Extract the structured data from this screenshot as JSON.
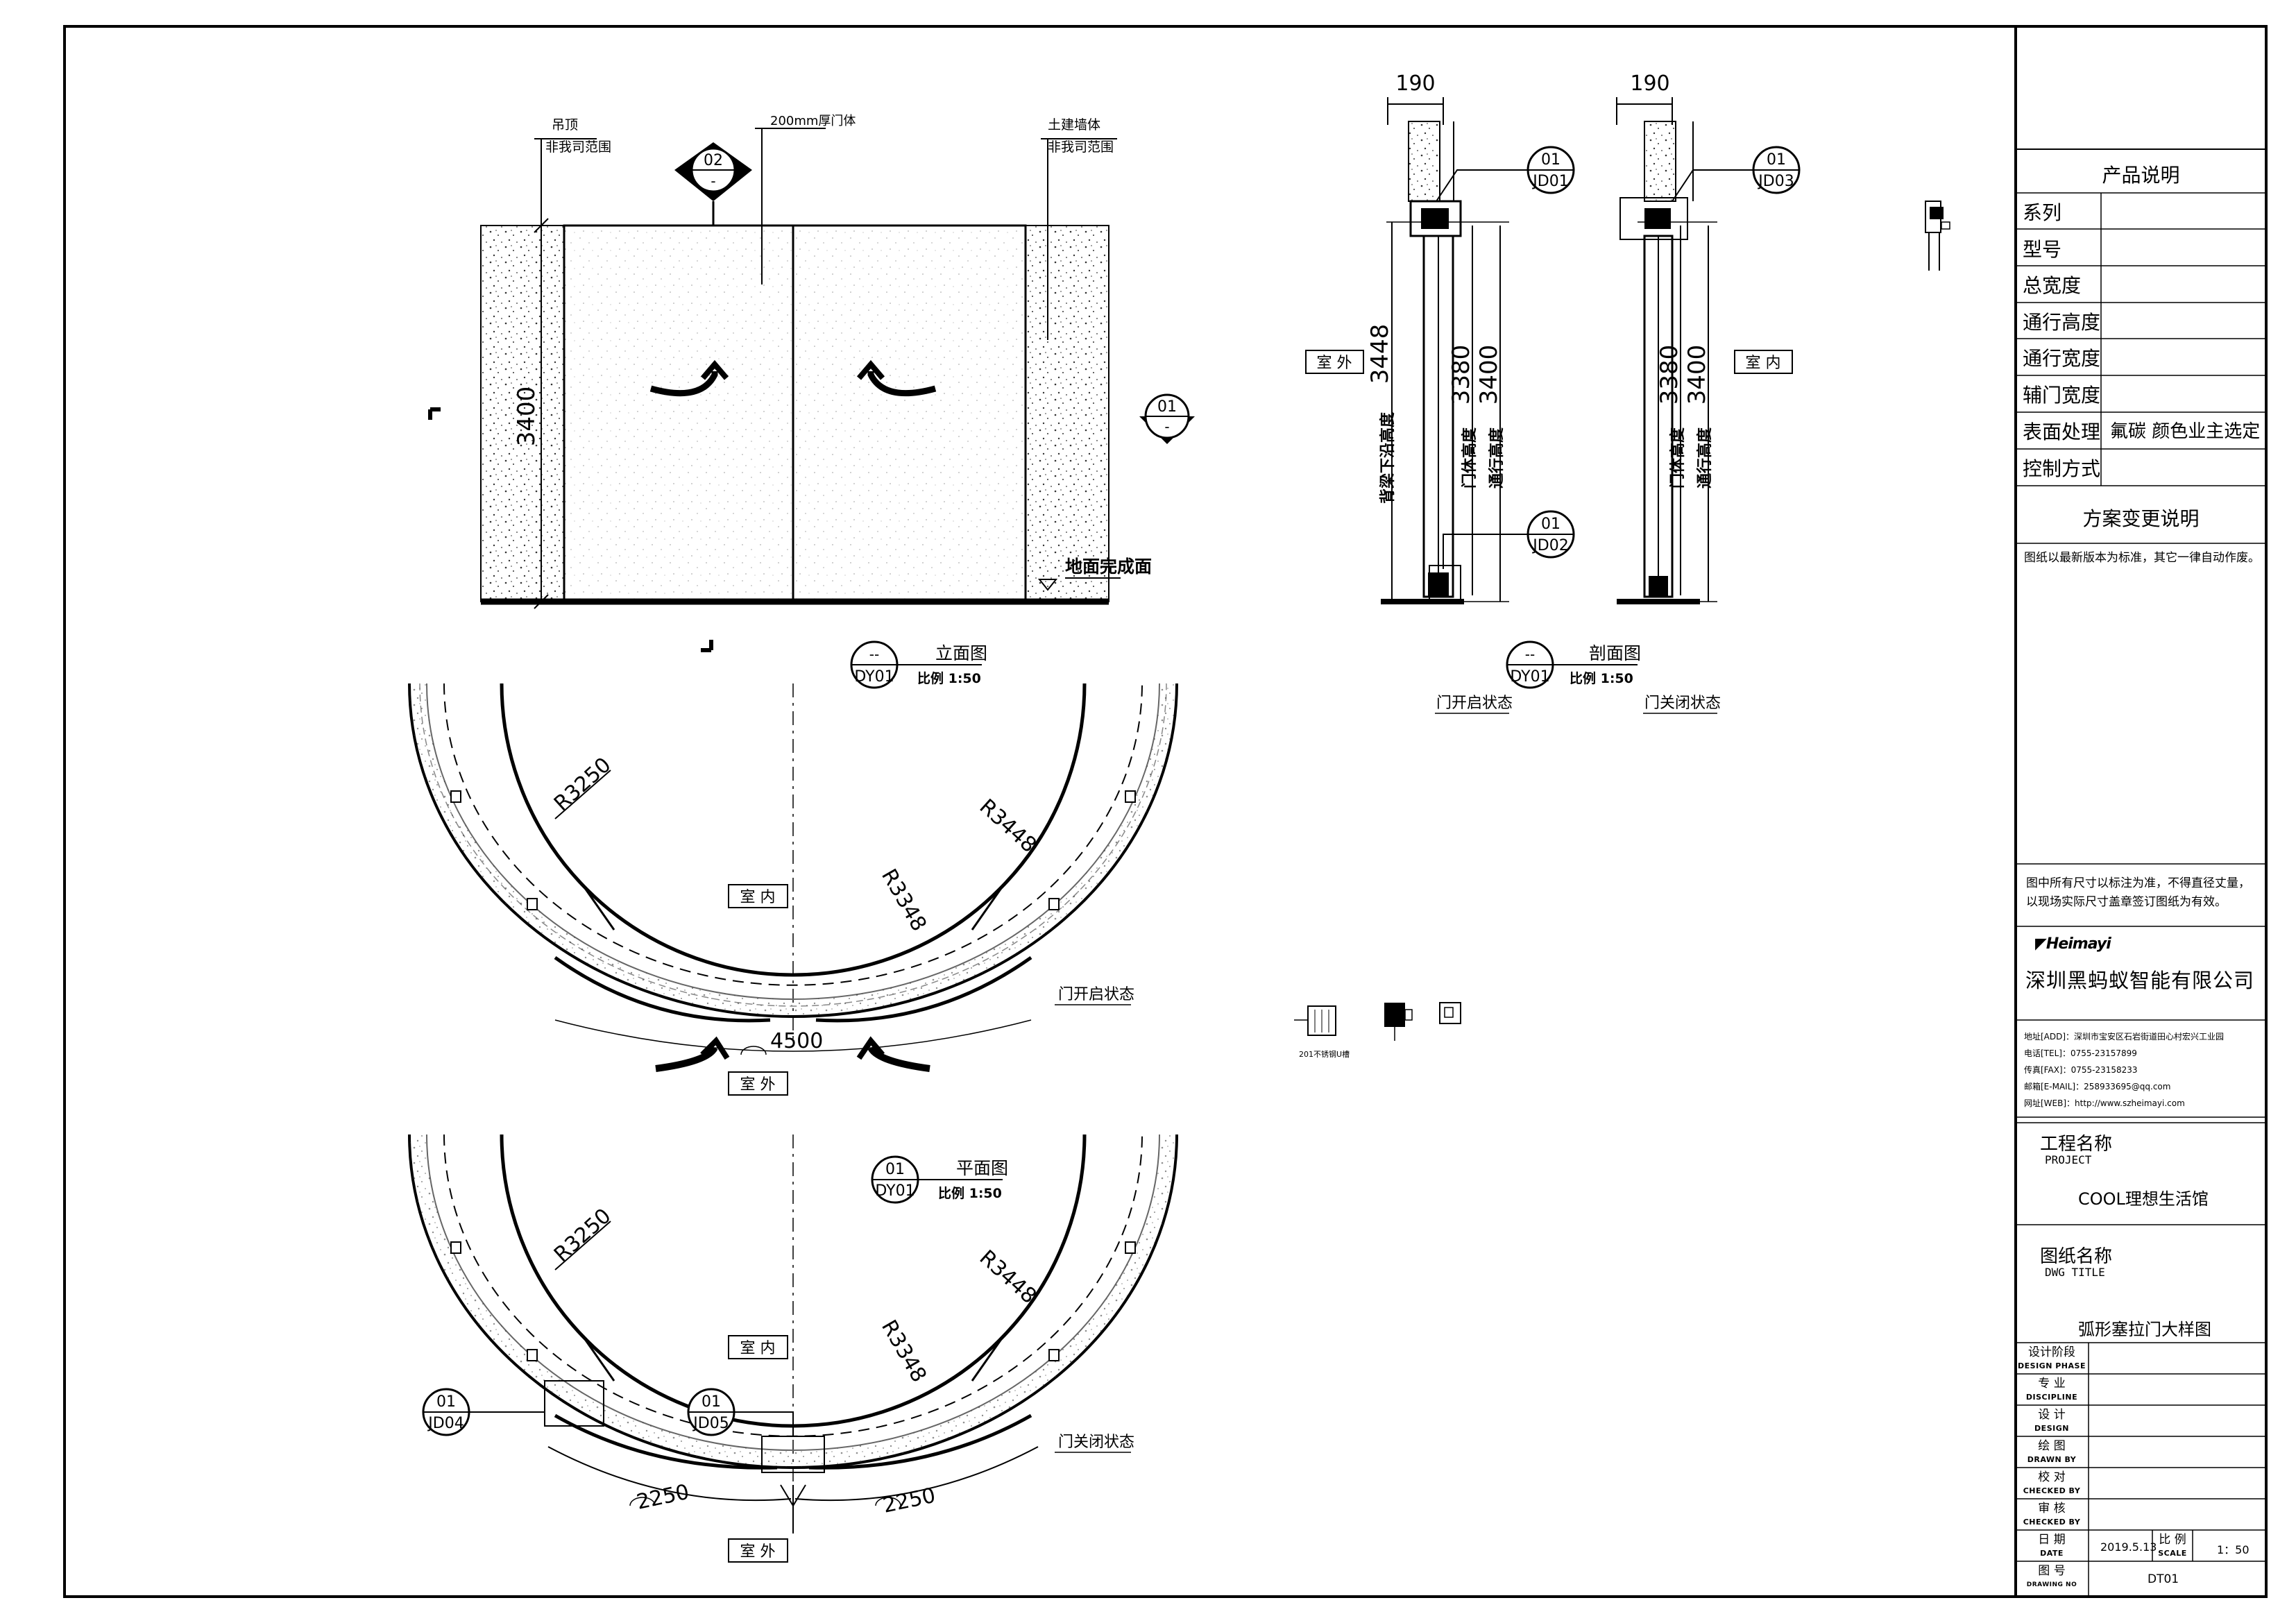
{
  "drawing": {
    "elevation": {
      "ceiling_label": "吊顶",
      "ceiling_note": "非我司范围",
      "door_label": "200mm厚门体",
      "wall_label": "土建墙体",
      "wall_note": "非我司范围",
      "height_dim": "3400",
      "floor_label": "地面完成面",
      "marker_top_num": "02",
      "marker_top_sub": "-",
      "marker_right_num": "01",
      "marker_right_sub": "-",
      "title_num": "--",
      "title_code": "DY01",
      "title": "立面图",
      "scale": "比例 1:50"
    },
    "section": {
      "width_dim_left": "190",
      "width_dim_right": "190",
      "left_dims": [
        "背梁下沿高度",
        "3448",
        "门体高度",
        "3380",
        "通行高度",
        "3400"
      ],
      "right_dims": [
        "门体高度",
        "3380",
        "通行高度",
        "3400"
      ],
      "marker_jd01_num": "01",
      "marker_jd01_code": "JD01",
      "marker_jd02_num": "01",
      "marker_jd02_code": "JD02",
      "marker_jd03_num": "01",
      "marker_jd03_code": "JD03",
      "label_outdoor": "室 外",
      "label_indoor": "室 内",
      "title_num": "--",
      "title_code": "DY01",
      "title": "剖面图",
      "scale": "比例 1:50",
      "state_open": "门开启状态",
      "state_closed": "门关闭状态"
    },
    "plan_open": {
      "r_inner": "R3250",
      "r_outer": "R3448",
      "r_mid": "R3348",
      "room_in": "室 内",
      "room_out": "室 外",
      "width_dim": "4500",
      "state": "门开启状态"
    },
    "plan_closed": {
      "r_inner": "R3250",
      "r_outer": "R3448",
      "r_mid": "R3348",
      "room_in": "室 内",
      "room_out": "室 外",
      "dim_left": "2250",
      "dim_right": "2250",
      "state": "门关闭状态",
      "jd04_num": "01",
      "jd04_code": "JD04",
      "jd05_num": "01",
      "jd05_code": "JD05",
      "title_num": "01",
      "title_code": "DY01",
      "title": "平面图",
      "scale": "比例 1:50"
    },
    "detail_note": "201不锈钢U槽"
  },
  "title_block": {
    "product_header": "产品说明",
    "specs": [
      {
        "label": "系列",
        "value": ""
      },
      {
        "label": "型号",
        "value": ""
      },
      {
        "label": "总宽度",
        "value": ""
      },
      {
        "label": "通行高度",
        "value": ""
      },
      {
        "label": "通行宽度",
        "value": ""
      },
      {
        "label": "辅门宽度",
        "value": ""
      },
      {
        "label": "表面处理",
        "value": "氟碳 颜色业主选定"
      },
      {
        "label": "控制方式",
        "value": ""
      }
    ],
    "change_header": "方案变更说明",
    "change_note": "图纸以最新版本为标准，其它一律自动作废。",
    "dim_note_1": "图中所有尺寸以标注为准，不得直径丈量，",
    "dim_note_2": "以现场实际尺寸盖章签订图纸为有效。",
    "logo_text": "Heimayi",
    "company": "深圳黑蚂蚁智能有限公司",
    "contact": [
      "地址[ADD]：深圳市宝安区石岩街道田心村宏兴工业园",
      "电话[TEL]：0755-23157899",
      "传真[FAX]：0755-23158233",
      "邮箱[E-MAIL]：258933695@qq.com",
      "网址[WEB]：http://www.szheimayi.com"
    ],
    "project_label": "工程名称",
    "project_label_en": "PROJECT",
    "project_name": "COOL理想生活馆",
    "dwg_label": "图纸名称",
    "dwg_label_en": "DWG TITLE",
    "dwg_name": "弧形塞拉门大样图",
    "roles": [
      {
        "cn": "设计阶段",
        "en": "DESIGN PHASE",
        "value": ""
      },
      {
        "cn": "专 业",
        "en": "DISCIPLINE",
        "value": ""
      },
      {
        "cn": "设 计",
        "en": "DESIGN",
        "value": ""
      },
      {
        "cn": "绘 图",
        "en": "DRAWN BY",
        "value": ""
      },
      {
        "cn": "校 对",
        "en": "CHECKED BY",
        "value": ""
      },
      {
        "cn": "审 核",
        "en": "CHECKED BY",
        "value": ""
      }
    ],
    "date_label": "日 期",
    "date_label_en": "DATE",
    "date_value": "2019.5.13",
    "scale_label": "比 例",
    "scale_label_en": "SCALE",
    "scale_value": "1：50",
    "dwgno_label": "图 号",
    "dwgno_label_en": "DRAWING NO",
    "dwgno_value": "DT01"
  }
}
